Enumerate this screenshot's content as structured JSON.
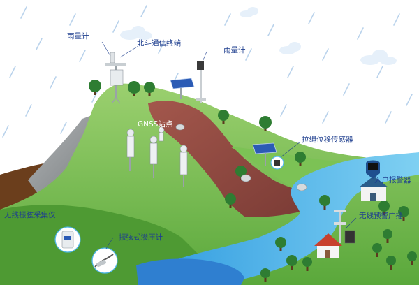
{
  "labels": {
    "rain_gauge_left": "雨量计",
    "beidou_terminal": "北斗通信终端",
    "rain_gauge_right": "雨量计",
    "gnss_station": "GNSS站点",
    "wire_displacement_sensor": "拉绳位移传感器",
    "home_alarm": "入户报警器",
    "wireless_vibrating_wire_collector": "无线振弦采集仪",
    "wireless_warning_broadcast": "无线预警广播",
    "vibrating_wire_piezometer": "振弦式渗压计"
  },
  "colors": {
    "label": "#1f3f8f",
    "hill_green": "#6db84a",
    "landslide": "#8d4a43",
    "river": "#4fb6e6",
    "rock": "#8a8f91",
    "soil": "#6b3e1c",
    "rain": "#b9d3ec",
    "cloud": "#e6f0fa"
  },
  "icons": [
    "rain-icon",
    "cloud-icon",
    "tree-icon",
    "solar-panel-icon",
    "house-icon",
    "antenna-icon"
  ]
}
